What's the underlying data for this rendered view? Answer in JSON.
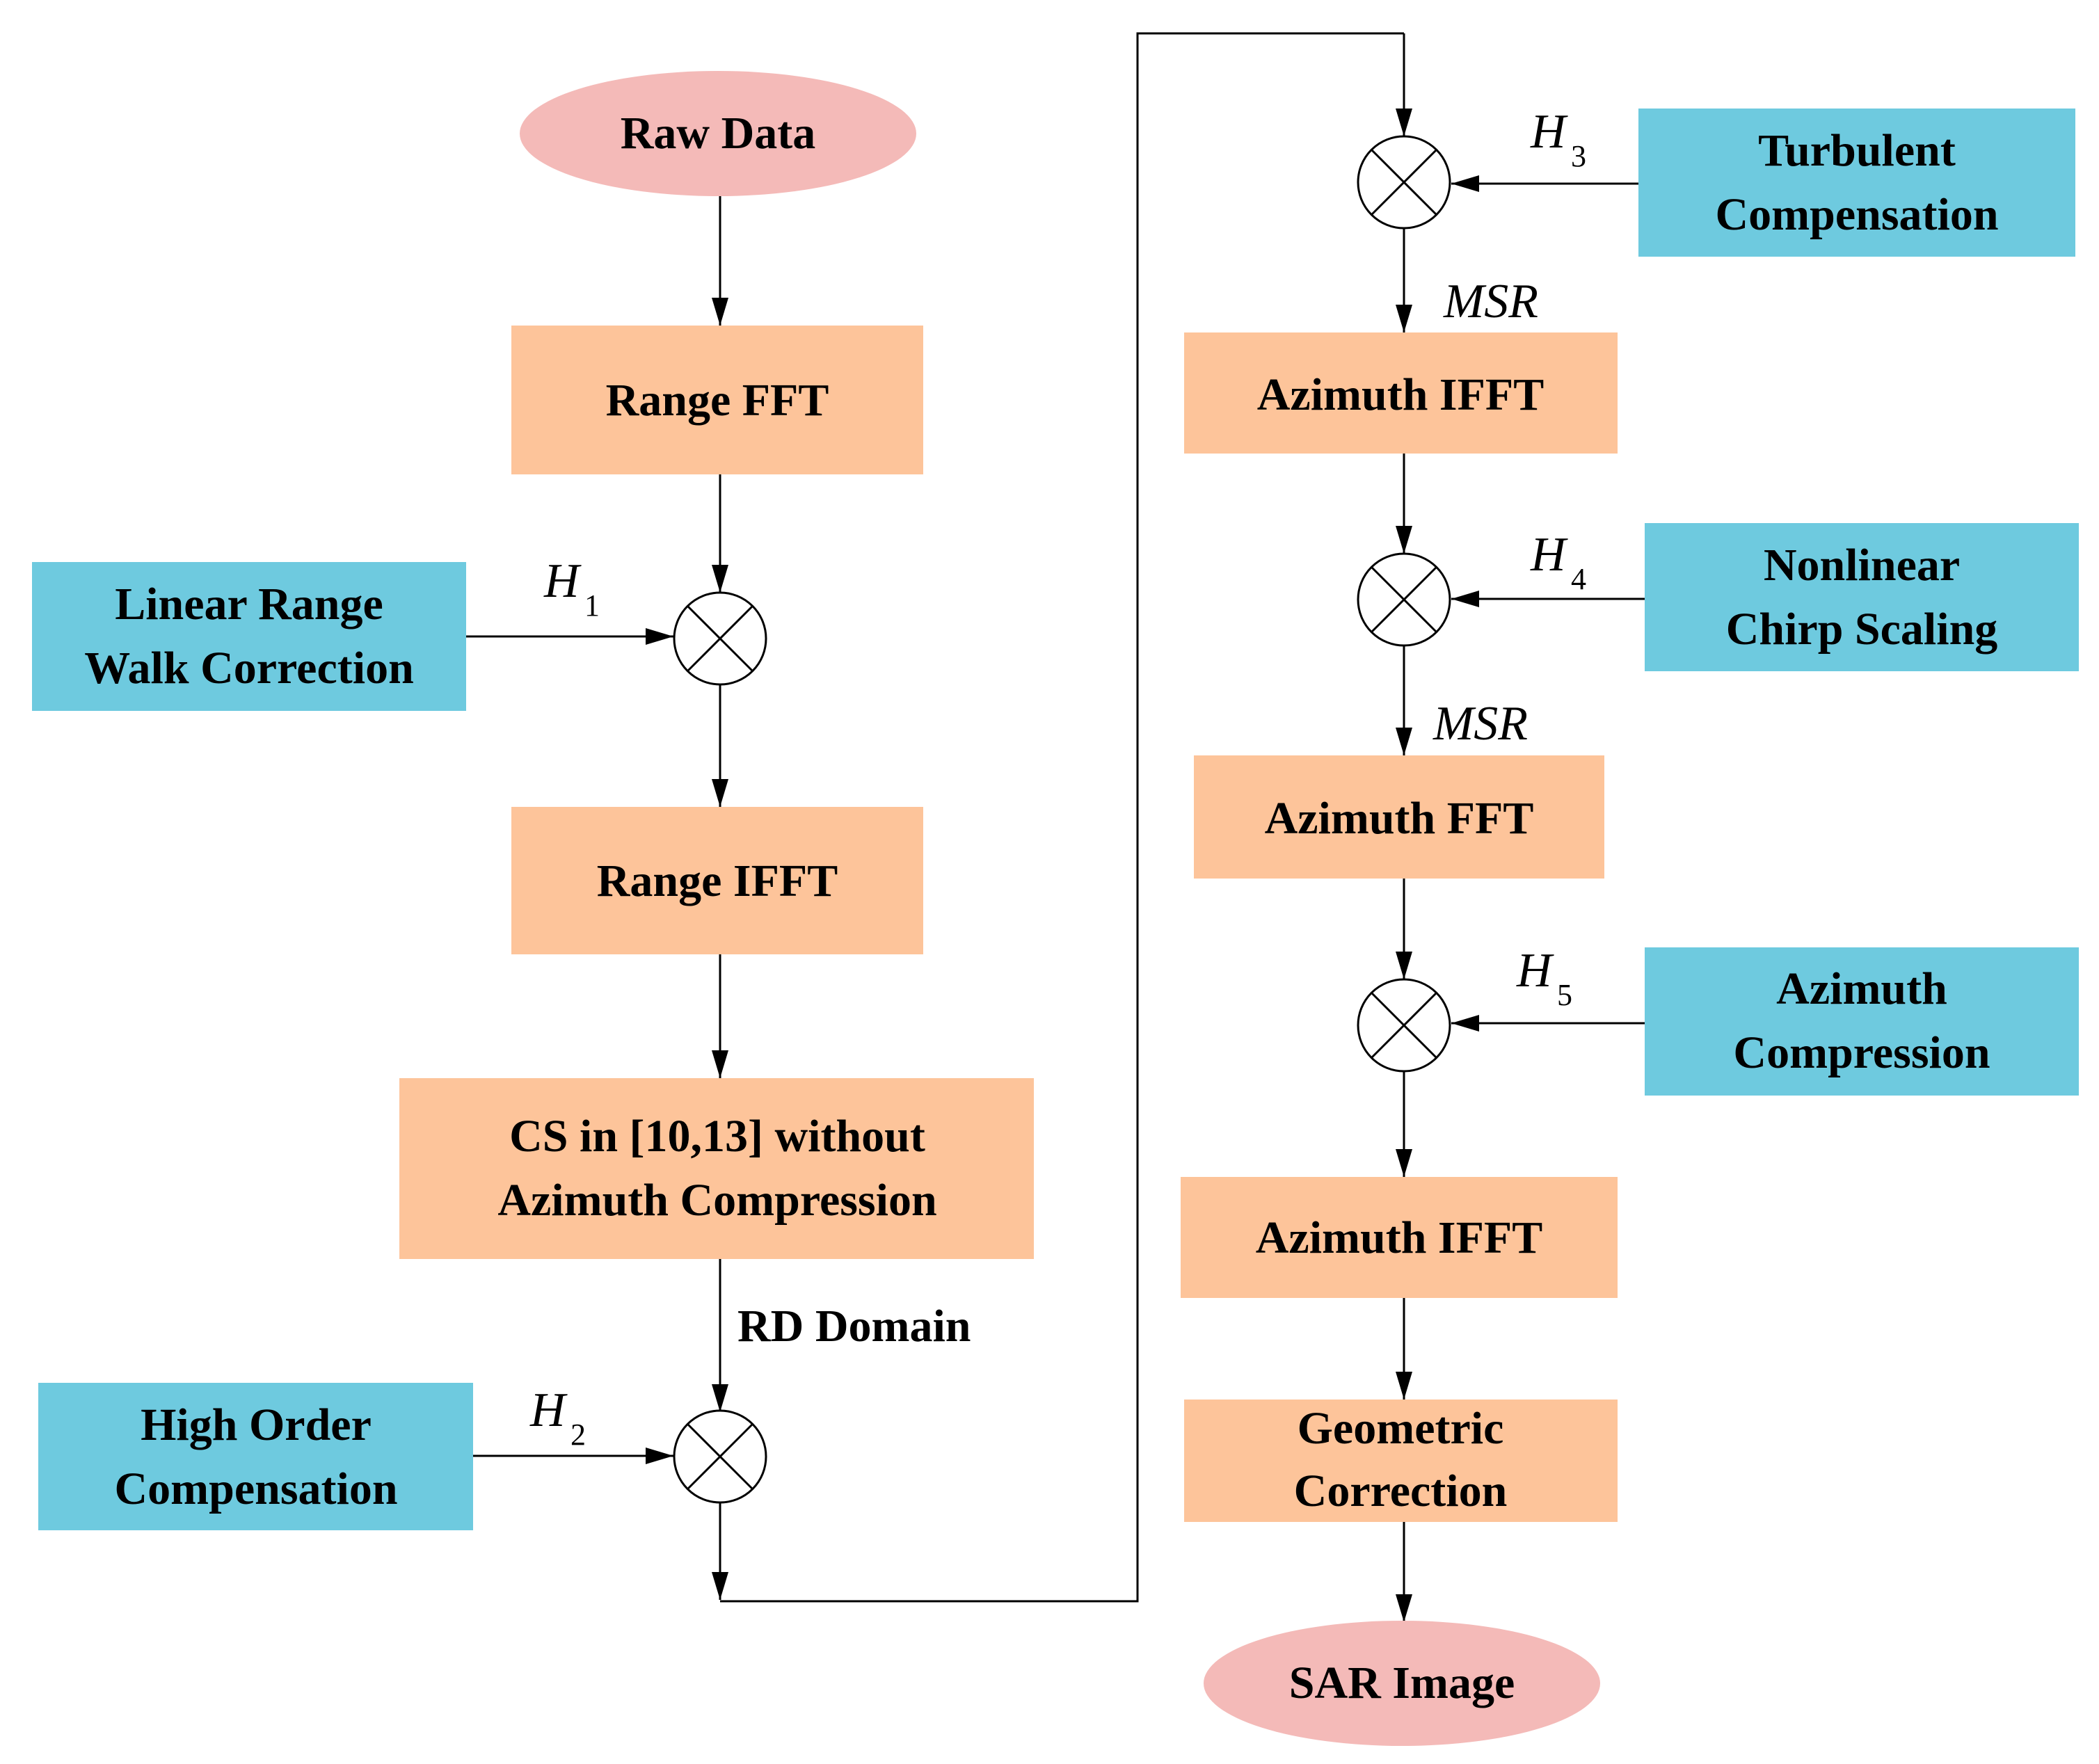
{
  "colors": {
    "terminal": "#f4bab8",
    "process": "#fdc49a",
    "compensation": "#6ecadf",
    "line": "#000000"
  },
  "terminals": {
    "start": "Raw Data",
    "end": "SAR Image"
  },
  "process_steps": {
    "range_fft": "Range FFT",
    "range_ifft": "Range IFFT",
    "cs": [
      "CS in [10,13] without",
      "Azimuth Compression"
    ],
    "azimuth_ifft_1": "Azimuth IFFT",
    "azimuth_fft": "Azimuth FFT",
    "azimuth_ifft_2": "Azimuth IFFT",
    "geometric_correction": [
      "Geometric",
      "Correction"
    ]
  },
  "compensation_blocks": {
    "linear_range_walk": [
      "Linear Range",
      "Walk Correction"
    ],
    "high_order": [
      "High Order",
      "Compensation"
    ],
    "turbulent": [
      "Turbulent",
      "Compensation"
    ],
    "nonlinear_chirp": [
      "Nonlinear",
      "Chirp Scaling"
    ],
    "azimuth_compression": [
      "Azimuth",
      "Compression"
    ]
  },
  "filters": {
    "h1": {
      "symbol": "H",
      "index": "1"
    },
    "h2": {
      "symbol": "H",
      "index": "2"
    },
    "h3": {
      "symbol": "H",
      "index": "3"
    },
    "h4": {
      "symbol": "H",
      "index": "4"
    },
    "h5": {
      "symbol": "H",
      "index": "5"
    }
  },
  "annotations": {
    "rd_domain": "RD Domain",
    "msr_1": "MSR",
    "msr_2": "MSR"
  },
  "mixer_icon": "circle-times-icon"
}
